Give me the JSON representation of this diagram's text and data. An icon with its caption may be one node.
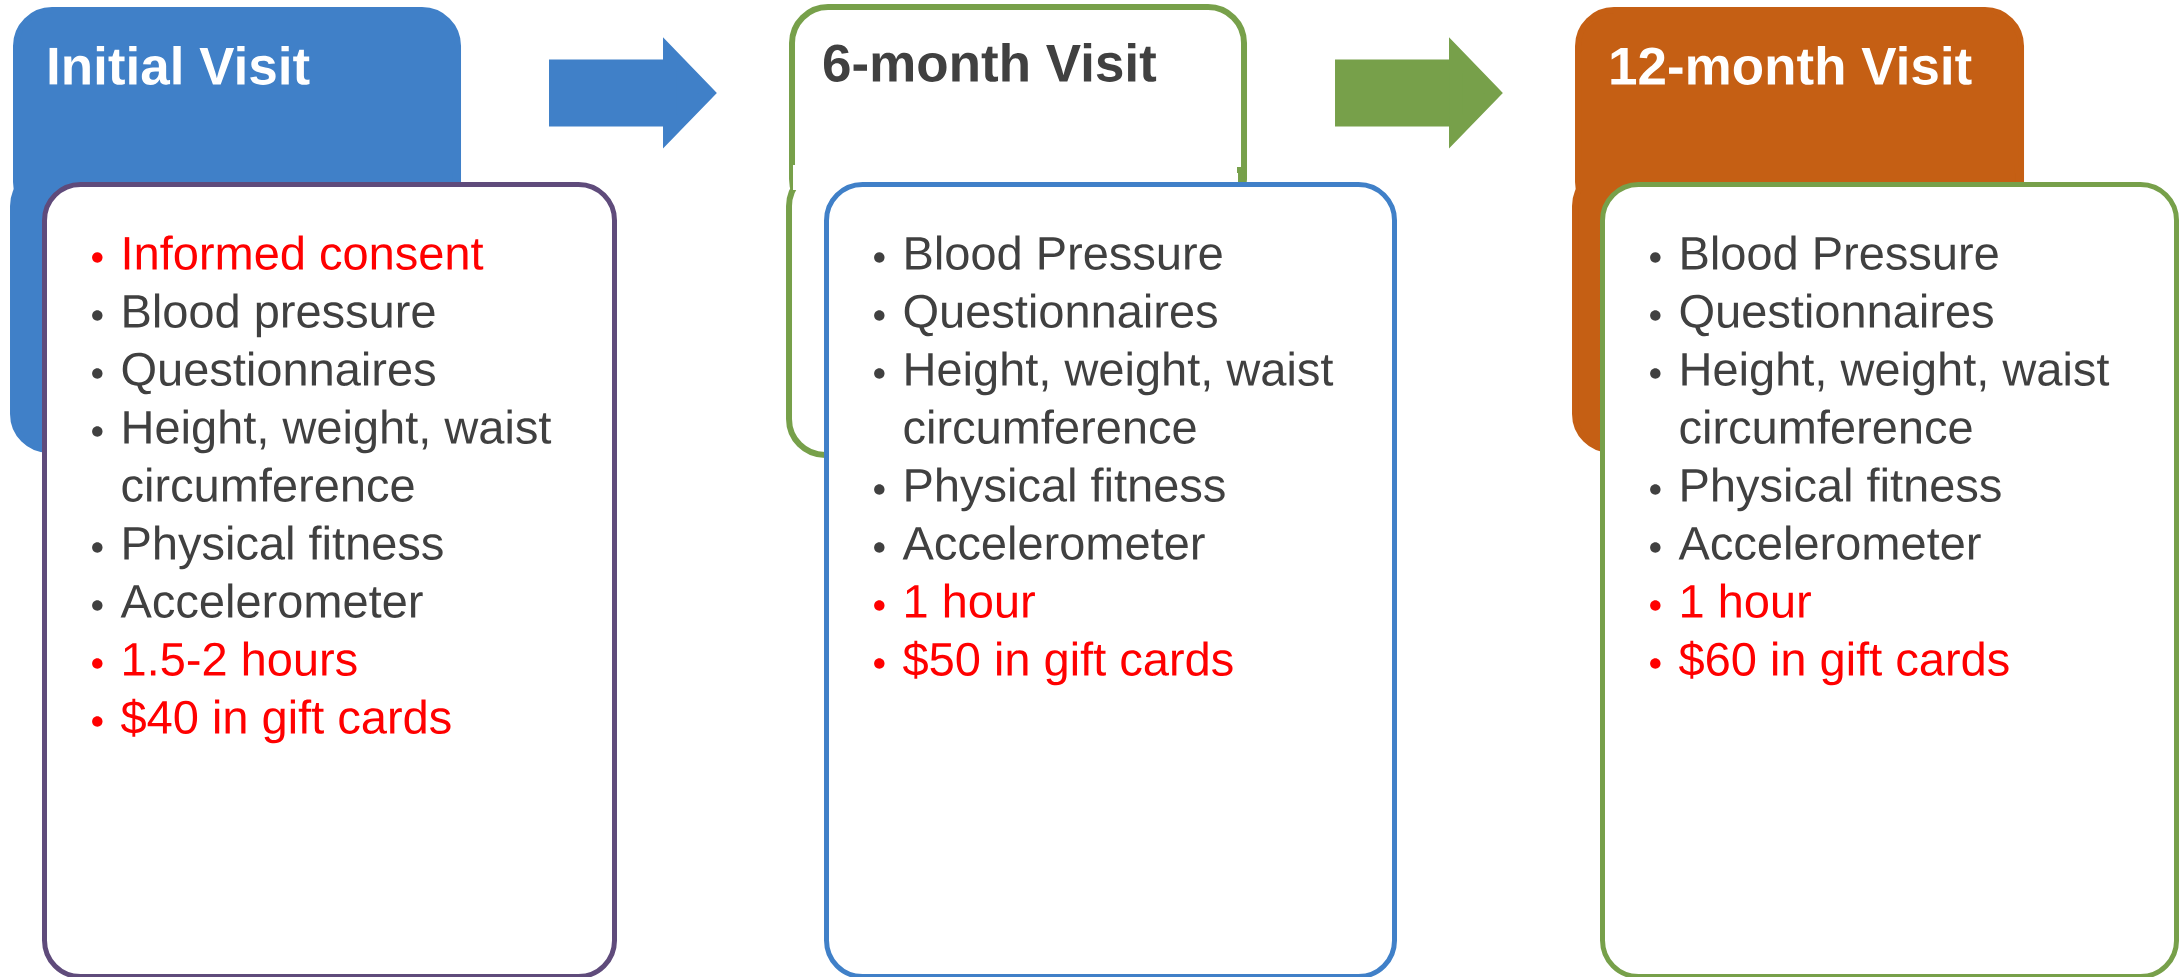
{
  "diagram": {
    "nodes": [
      {
        "text": [
          "Initial Visit"
        ]
      },
      {
        "text": [
          "Informed consent",
          "Blood pressure",
          "Questionnaires",
          "Height, weight, waist circumference",
          "Physical fitness",
          "Accelerometer",
          "1.5-2 hours",
          "$40 in gift cards"
        ]
      },
      {
        "text": [
          "6-month Visit"
        ]
      },
      {
        "text": [
          "Blood Pressure",
          "Questionnaires",
          "Height, weight, waist circumference",
          "Physical fitness",
          "Accelerometer",
          "1 hour",
          "$50 in gift cards"
        ]
      },
      {
        "text": [
          "12-month Visit"
        ]
      },
      {
        "text": [
          "Blood Pressure",
          "Questionnaires",
          "Height, weight, waist circumference",
          "Physical fitness",
          "Accelerometer",
          "1 hour",
          "$60 in gift cards"
        ]
      }
    ],
    "edges": [
      {
        "from": 0,
        "to": 2,
        "arrow": "to",
        "color": "#4080c8"
      },
      {
        "from": 2,
        "to": 4,
        "arrow": "to",
        "color": "#77a04a"
      }
    ]
  }
}
